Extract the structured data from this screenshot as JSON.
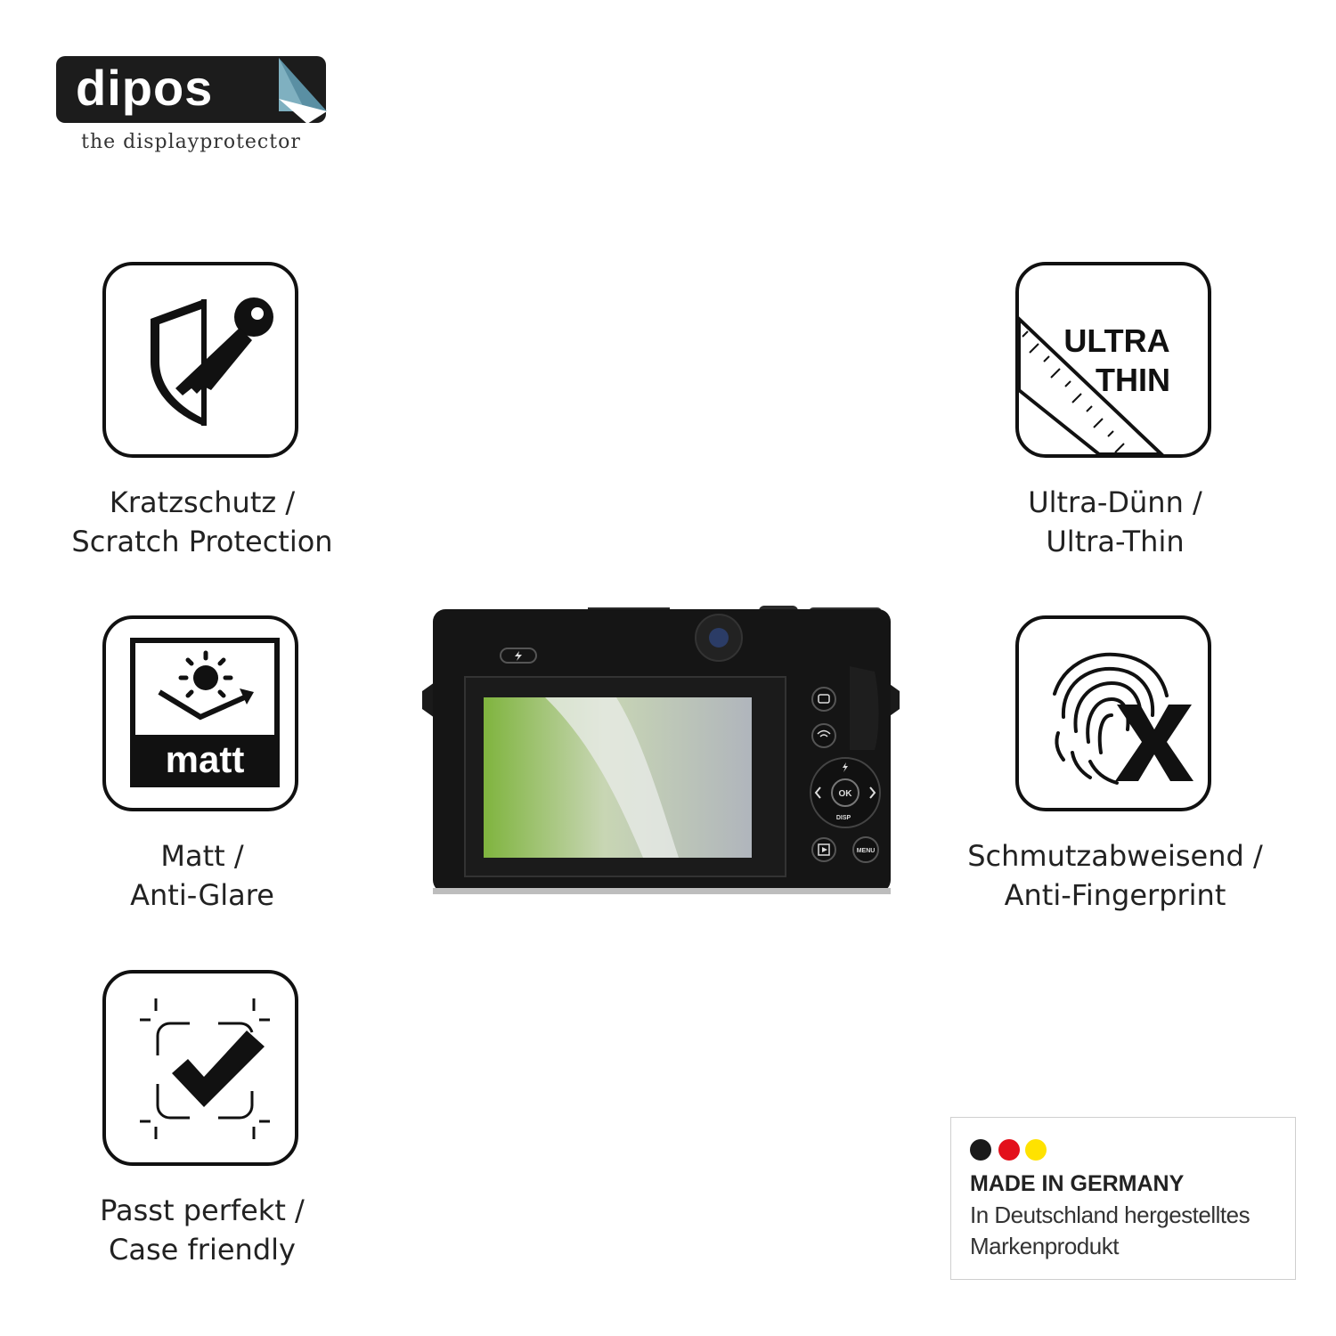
{
  "brand": {
    "name": "dipos",
    "tagline": "the displayprotector"
  },
  "features": [
    {
      "icon": "shield-key-icon",
      "line1": "Kratzschutz /",
      "line2": "Scratch Protection"
    },
    {
      "icon": "ultra-thin-icon",
      "line1": "Ultra-Dünn /",
      "line2": "Ultra-Thin",
      "icon_text": [
        "ULTRA",
        "THIN"
      ]
    },
    {
      "icon": "matt-sun-icon",
      "line1": "Matt /",
      "line2": "Anti-Glare",
      "icon_text": "matt"
    },
    {
      "icon": "fingerprint-x-icon",
      "line1": "Schmutzabweisend /",
      "line2": "Anti-Fingerprint"
    },
    {
      "icon": "case-check-icon",
      "line1": "Passt perfekt /",
      "line2": "Case friendly"
    }
  ],
  "camera": {
    "buttons": {
      "ok": "OK",
      "menu": "MENU",
      "disp": "DISP"
    }
  },
  "made_in_germany": {
    "title": "MADE IN GERMANY",
    "line1": "In Deutschland hergestelltes",
    "line2": "Markenprodukt",
    "colors": [
      "#1a1a1a",
      "#e3101b",
      "#ffe200"
    ]
  }
}
